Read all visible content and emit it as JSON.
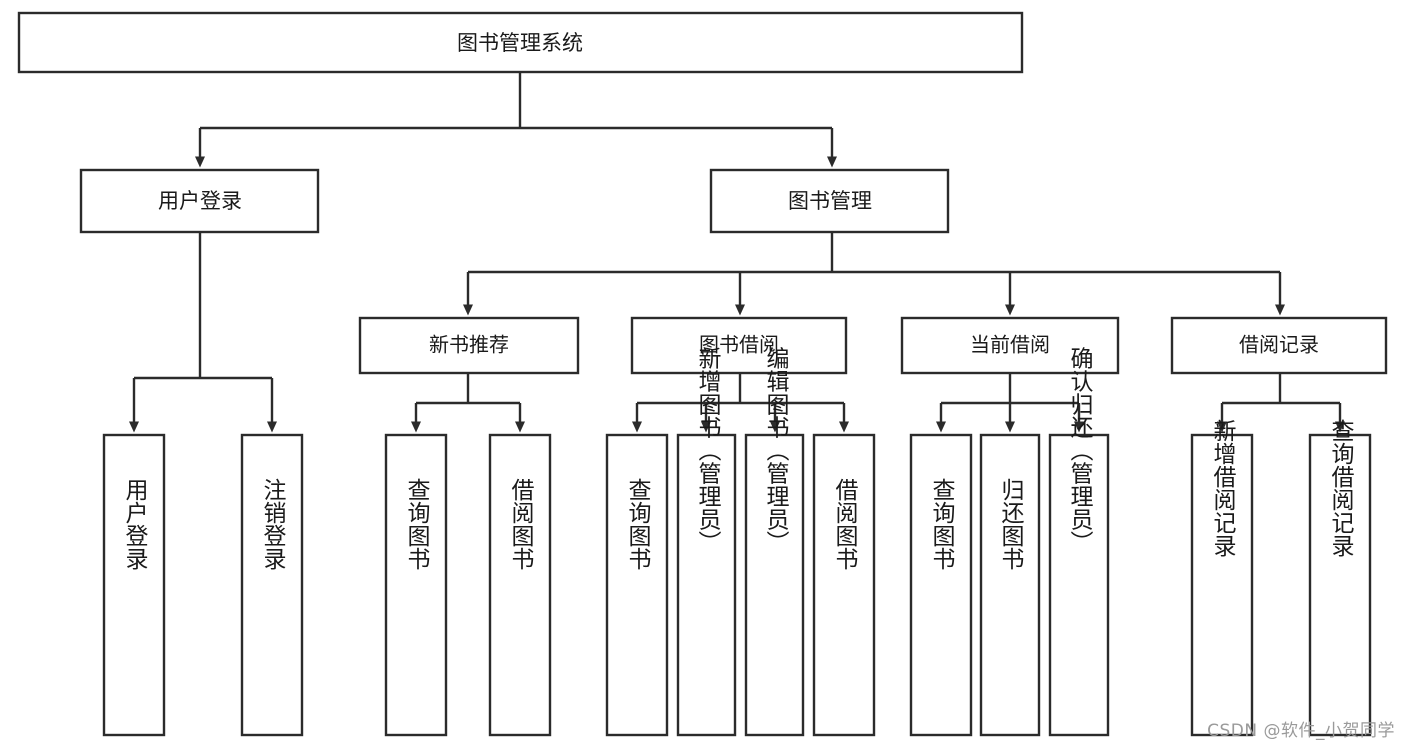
{
  "diagram": {
    "type": "tree",
    "title": "图书管理系统",
    "watermark": "CSDN @软件_小贺同学",
    "colors": {
      "background": "#ffffff",
      "stroke": "#2b2b2b",
      "node_fill": "#ffffff",
      "text": "#1a1a1a",
      "watermark": "#9a9a9a"
    },
    "root": {
      "label": "图书管理系统"
    },
    "level2": [
      {
        "label": "用户登录"
      },
      {
        "label": "图书管理"
      }
    ],
    "level3": [
      {
        "label": "新书推荐"
      },
      {
        "label": "图书借阅"
      },
      {
        "label": "当前借阅"
      },
      {
        "label": "借阅记录"
      }
    ],
    "leaves": {
      "user_login": [
        {
          "label": "用户登录"
        },
        {
          "label": "注销登录"
        }
      ],
      "new_book_recommend": [
        {
          "label": "查询图书"
        },
        {
          "label": "借阅图书"
        }
      ],
      "book_borrow": [
        {
          "label": "查询图书"
        },
        {
          "label": "新增图书（管理员）"
        },
        {
          "label": "编辑图书（管理员）"
        },
        {
          "label": "借阅图书"
        }
      ],
      "current_borrow": [
        {
          "label": "查询图书"
        },
        {
          "label": "归还图书"
        },
        {
          "label": "确认归还（管理员）"
        }
      ],
      "borrow_records": [
        {
          "label": "新增借阅记录"
        },
        {
          "label": "查询借阅记录"
        }
      ]
    }
  }
}
